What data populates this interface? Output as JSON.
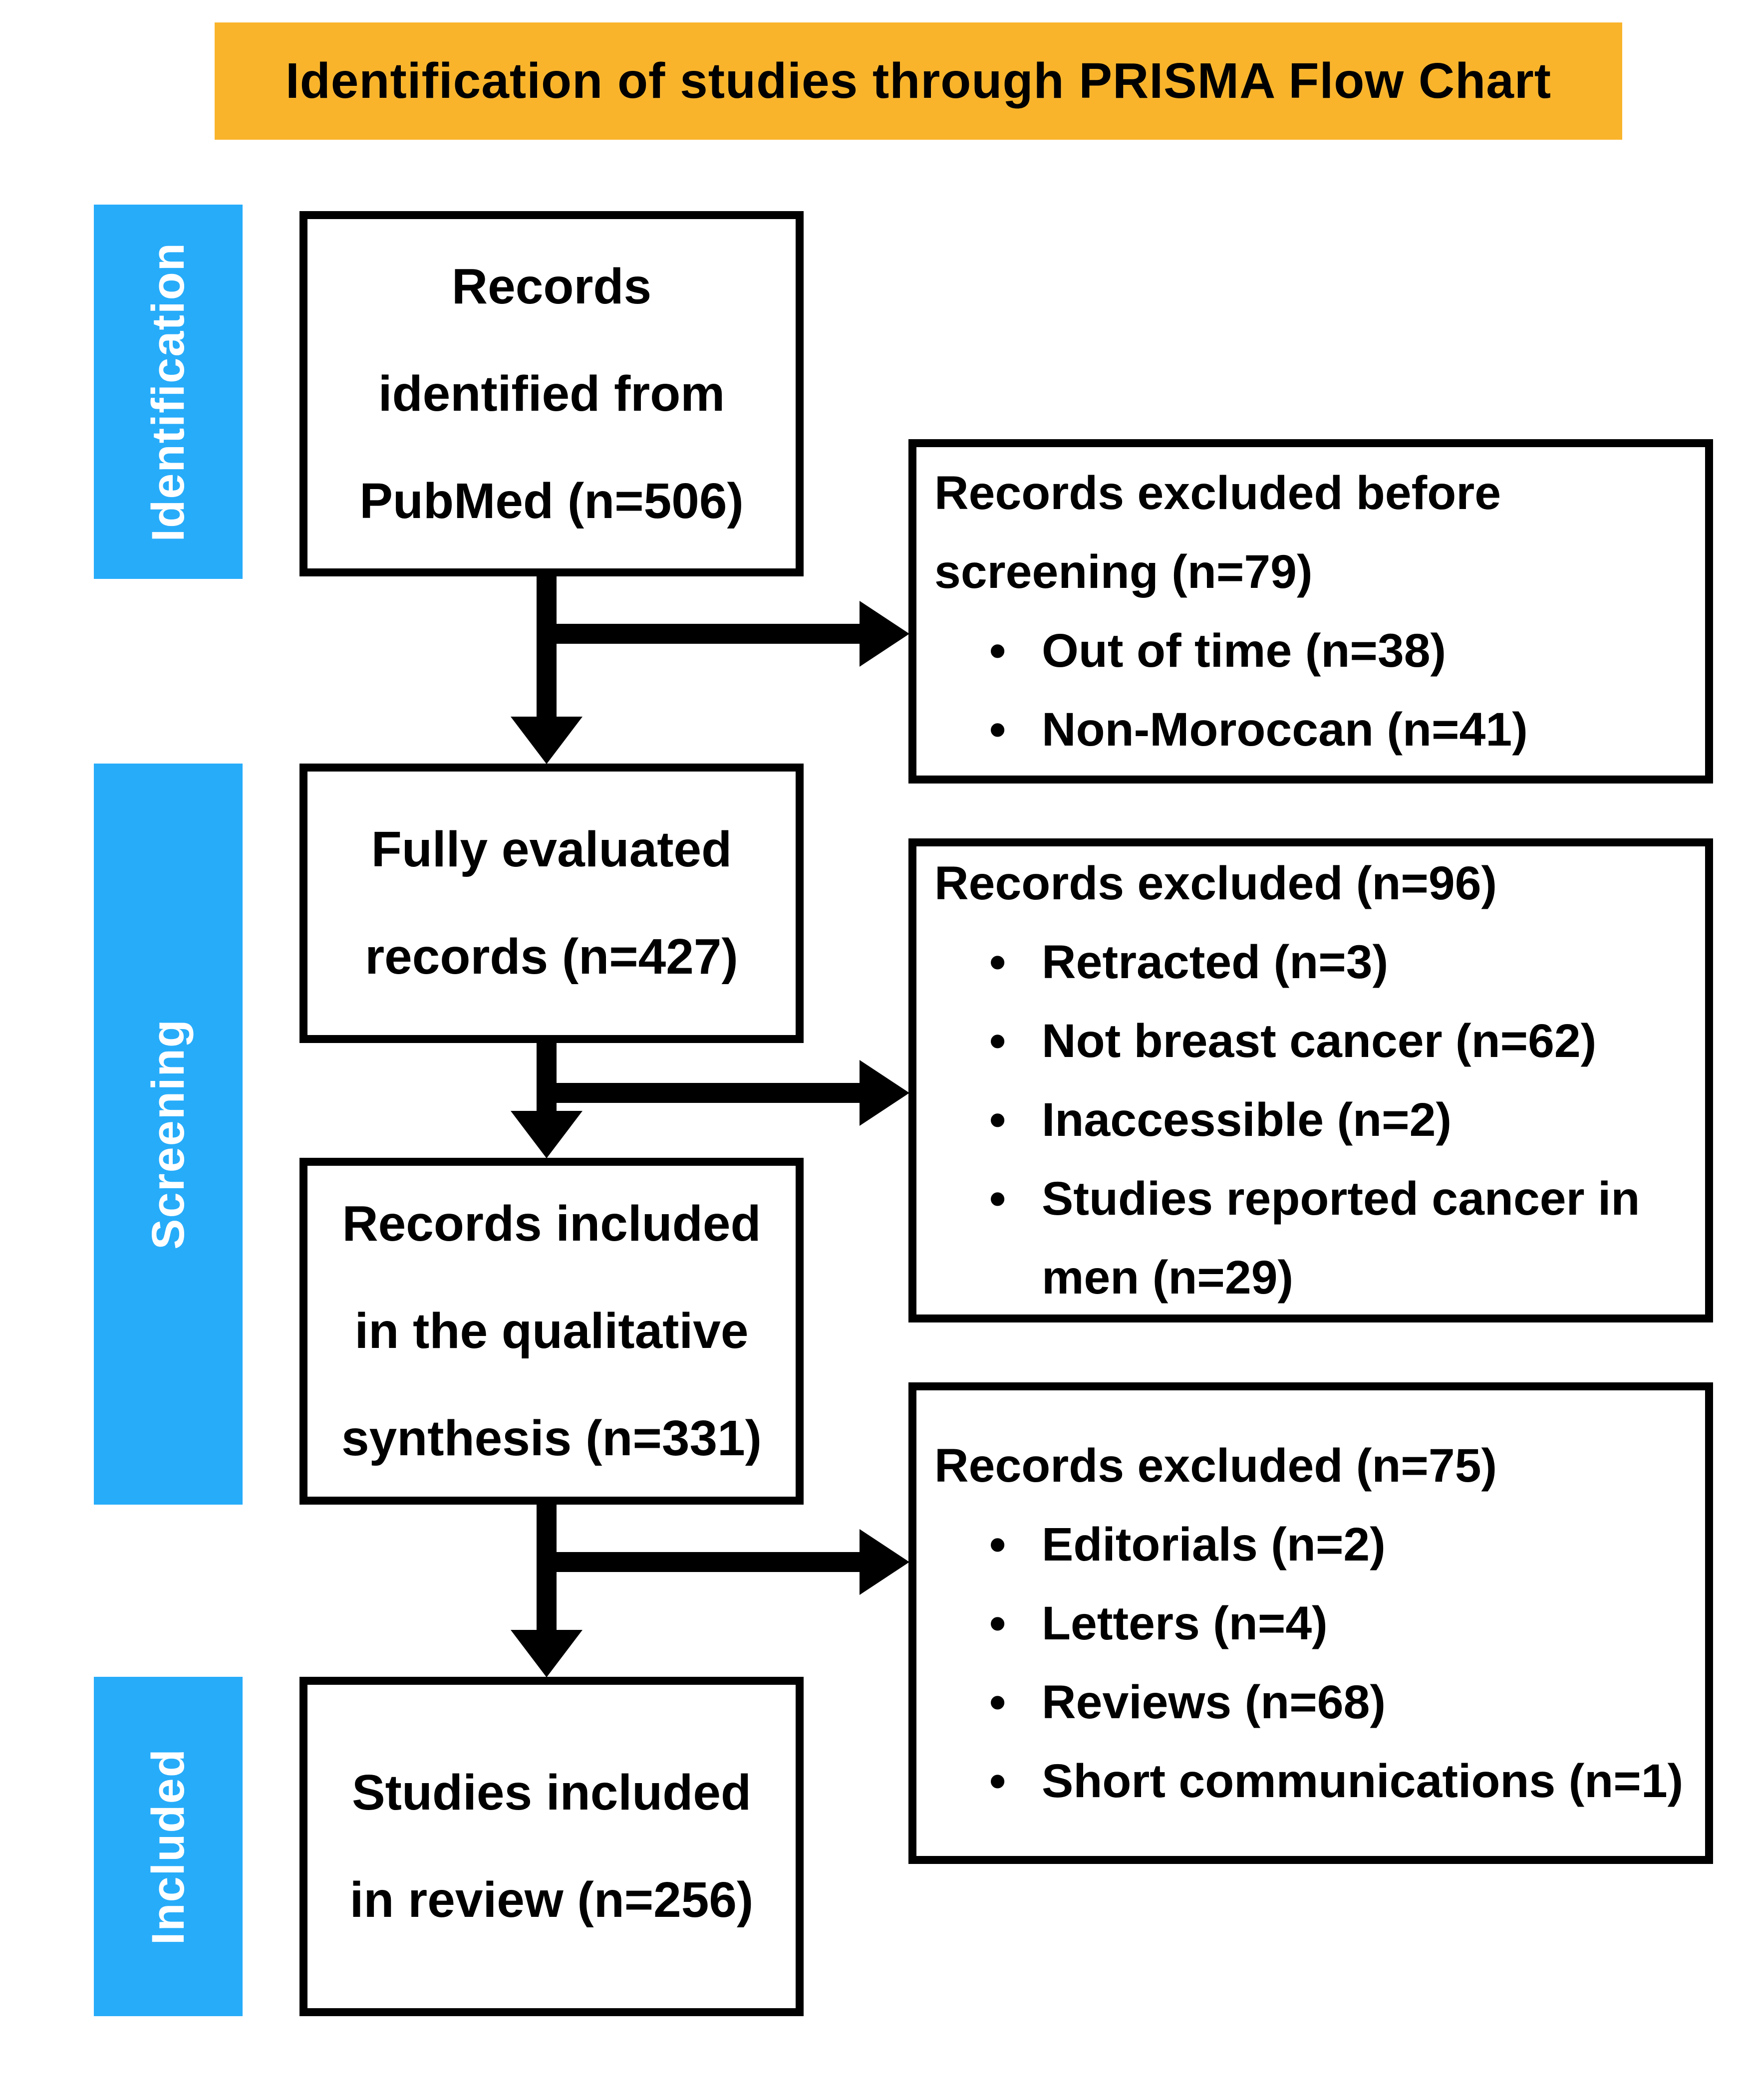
{
  "title": "Identification of studies through PRISMA Flow Chart",
  "colors": {
    "banner_orange": "#F9B42C",
    "stage_blue": "#27ACFA",
    "line_black": "#000000"
  },
  "stages": [
    {
      "label": "Identification"
    },
    {
      "label": "Screening"
    },
    {
      "label": "Included"
    }
  ],
  "flow_boxes": [
    {
      "lines": [
        "Records",
        "identified from",
        "PubMed (n=506)"
      ]
    },
    {
      "lines": [
        "Fully evaluated",
        "records (n=427)"
      ]
    },
    {
      "lines": [
        "Records included",
        "in the qualitative",
        "synthesis (n=331)"
      ]
    },
    {
      "lines": [
        "Studies included",
        "in review (n=256)"
      ]
    }
  ],
  "exclusion_boxes": [
    {
      "heading": "Records excluded before screening (n=79)",
      "items": [
        "Out of time (n=38)",
        "Non-Moroccan (n=41)"
      ]
    },
    {
      "heading": "Records excluded (n=96)",
      "items": [
        "Retracted (n=3)",
        "Not breast cancer (n=62)",
        "Inaccessible (n=2)",
        "Studies reported cancer in men (n=29)"
      ]
    },
    {
      "heading": "Records excluded (n=75)",
      "items": [
        "Editorials (n=2)",
        "Letters (n=4)",
        "Reviews (n=68)",
        "Short communications (n=1)"
      ]
    }
  ]
}
